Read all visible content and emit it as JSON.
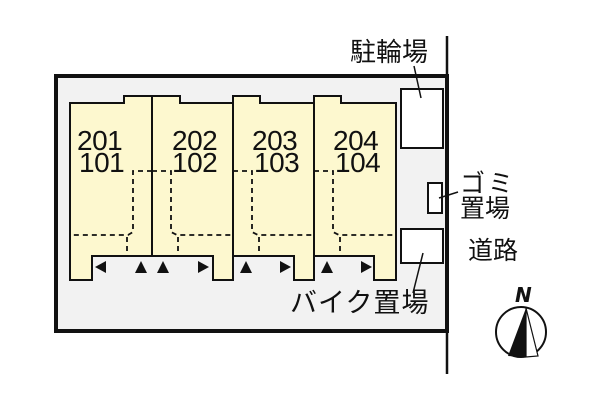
{
  "colors": {
    "lot_fill": "#f2f2f2",
    "building_fill": "#fdf8cf",
    "line": "#111111",
    "facility_fill": "#ffffff"
  },
  "labels": {
    "bicycle_parking": "駐輪場",
    "garbage_line1": "ゴミ",
    "garbage_line2": "置場",
    "road": "道路",
    "motorbike_parking": "バイク置場",
    "north": "N"
  },
  "units": [
    {
      "upper": "201",
      "lower": "101"
    },
    {
      "upper": "202",
      "lower": "102"
    },
    {
      "upper": "203",
      "lower": "103"
    },
    {
      "upper": "204",
      "lower": "104"
    }
  ],
  "entrance_arrows": [
    "◀",
    "▲",
    "▲",
    "▶",
    "▲",
    "▶",
    "▲",
    "▶"
  ],
  "icons": {
    "compass": "north-compass-icon",
    "entrance": "entrance-arrow-icon"
  }
}
